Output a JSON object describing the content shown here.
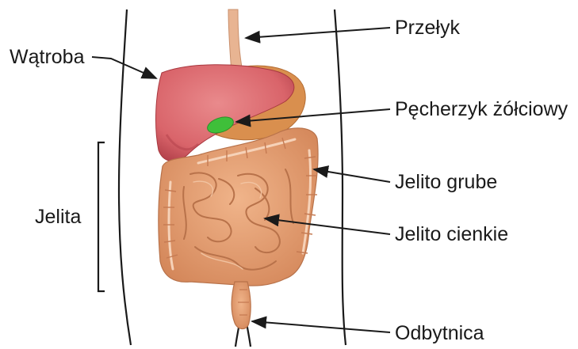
{
  "labels": {
    "esophagus": "Przełyk",
    "liver": "Wątroba",
    "gallbladder": "Pęcherzyk żółciowy",
    "intestines": "Jelita",
    "large_intestine": "Jelito grube",
    "small_intestine": "Jelito cienkie",
    "rectum": "Odbytnica"
  },
  "colors": {
    "liver": "#d9646a",
    "stomach": "#d98f4e",
    "gallbladder": "#3fbf3a",
    "intestine": "#e6a27a",
    "intestine_dark": "#c57a52",
    "esophagus": "#e8b492",
    "outline": "#1a1a1a"
  }
}
